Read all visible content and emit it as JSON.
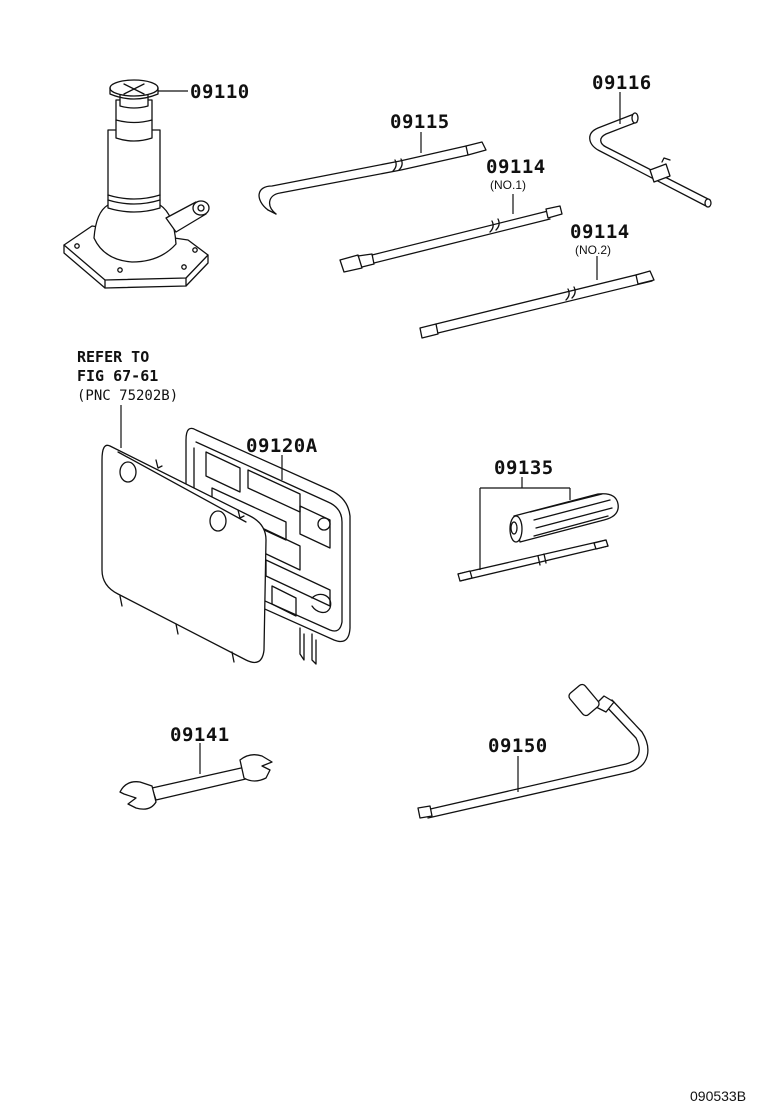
{
  "diagram": {
    "parts": {
      "jack": {
        "number": "09110"
      },
      "jack_handle": {
        "number": "09115"
      },
      "extension_no1": {
        "number": "09114",
        "sub": "(NO.1)"
      },
      "extension_no2": {
        "number": "09114",
        "sub": "(NO.2)"
      },
      "crank": {
        "number": "09116"
      },
      "tool_bag": {
        "number": "09120A"
      },
      "screwdriver": {
        "number": "09135"
      },
      "wrench": {
        "number": "09141"
      },
      "lug_wrench": {
        "number": "09150"
      }
    },
    "note": {
      "line1": "REFER TO",
      "line2": "FIG 67-61",
      "line3": "(PNC 75202B)"
    },
    "figure_code": "090533B"
  }
}
